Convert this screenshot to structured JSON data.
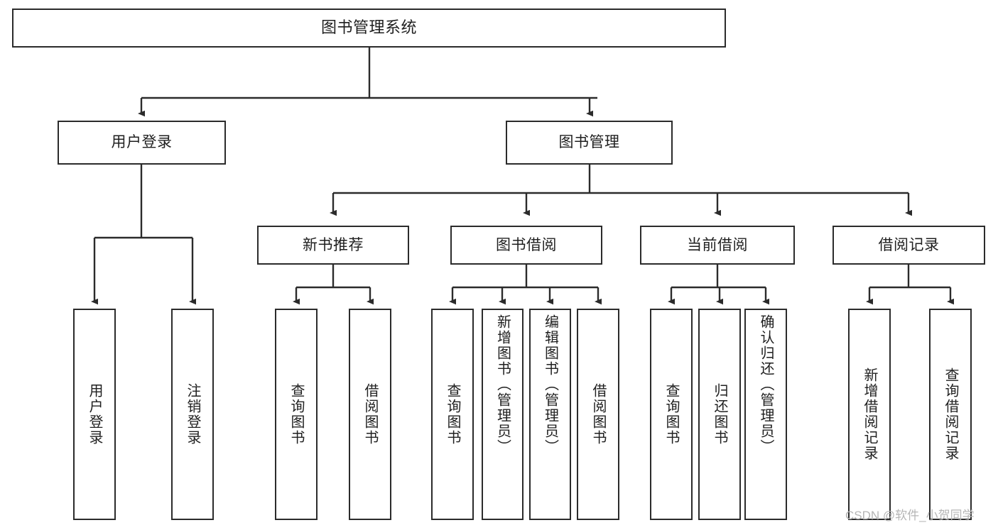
{
  "diagram": {
    "type": "tree",
    "title": "图书管理系统",
    "theme": {
      "background": "#ffffff",
      "box_border": "#2b2b2b",
      "box_fill": "#ffffff",
      "text": "#1f1f1f",
      "connector": "#2b2b2b",
      "watermark": "#b6b6b6"
    },
    "root": {
      "label": "图书管理系统",
      "orientation": "horizontal"
    },
    "level2": [
      {
        "label": "用户登录",
        "orientation": "horizontal"
      },
      {
        "label": "图书管理",
        "orientation": "horizontal"
      }
    ],
    "level3": [
      {
        "label": "新书推荐",
        "orientation": "horizontal"
      },
      {
        "label": "图书借阅",
        "orientation": "horizontal"
      },
      {
        "label": "当前借阅",
        "orientation": "horizontal"
      },
      {
        "label": "借阅记录",
        "orientation": "horizontal"
      }
    ],
    "leaves": {
      "user_login": [
        {
          "label": "用户登录",
          "orientation": "vertical"
        },
        {
          "label": "注销登录",
          "orientation": "vertical"
        }
      ],
      "new_book_recommend": [
        {
          "label": "查询图书",
          "orientation": "vertical"
        },
        {
          "label": "借阅图书",
          "orientation": "vertical"
        }
      ],
      "book_borrow": [
        {
          "label": "查询图书",
          "orientation": "vertical"
        },
        {
          "label": "新增图书（管理员）",
          "orientation": "vertical"
        },
        {
          "label": "编辑图书（管理员）",
          "orientation": "vertical"
        },
        {
          "label": "借阅图书",
          "orientation": "vertical"
        }
      ],
      "current_borrow": [
        {
          "label": "查询图书",
          "orientation": "vertical"
        },
        {
          "label": "归还图书",
          "orientation": "vertical"
        },
        {
          "label": "确认归还（管理员）",
          "orientation": "vertical"
        }
      ],
      "borrow_record": [
        {
          "label": "新增借阅记录",
          "orientation": "vertical"
        },
        {
          "label": "查询借阅记录",
          "orientation": "vertical"
        }
      ]
    }
  },
  "watermark": {
    "text": "CSDN @软件_小贺同学"
  }
}
